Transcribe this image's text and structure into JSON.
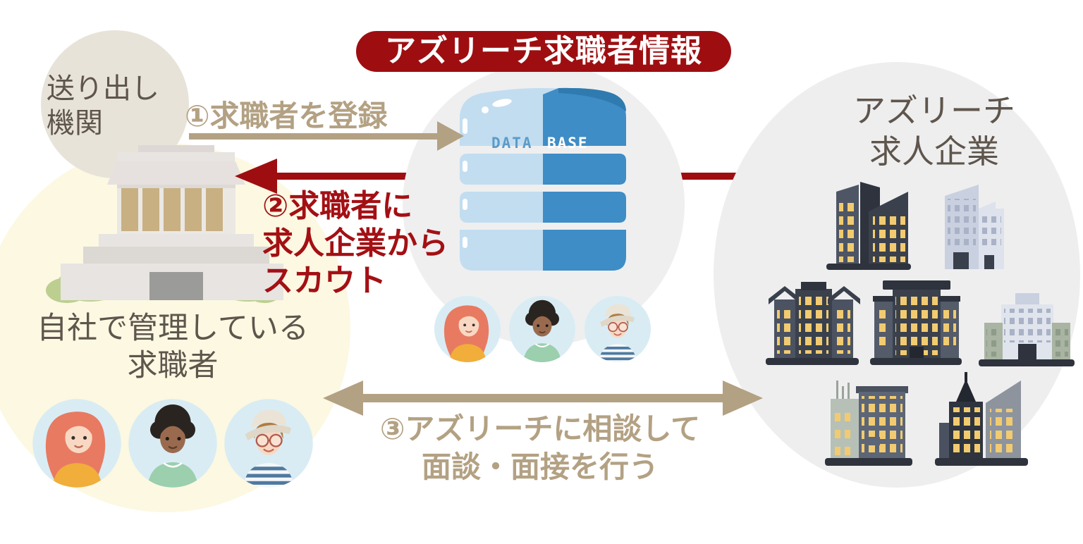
{
  "title": {
    "text": "アズリーチ求職者情報"
  },
  "sending_org": {
    "line1": "送り出し",
    "line2": "機関"
  },
  "own_jobseekers": {
    "line1": "自社で管理している",
    "line2": "求職者"
  },
  "companies": {
    "line1": "アズリーチ",
    "line2": "求人企業"
  },
  "database": {
    "label_left": "DATA",
    "label_right": "BASE"
  },
  "steps": {
    "step1": {
      "label": "①求職者を登録",
      "direction": "left-to-right"
    },
    "step2": {
      "line1": "②求職者に",
      "line2": "求人企業から",
      "line3": "スカウト",
      "direction": "right-to-left"
    },
    "step3": {
      "line1": "③アズリーチに相談して",
      "line2": "面談・面接を行う",
      "direction": "bidirectional"
    }
  },
  "icons": {
    "database-icon": "stacked-blue-cylinder",
    "government-building-icon": "classical-columned-building",
    "city-buildings-icon": "office-towers-with-lit-windows",
    "avatar-woman-icon": "red-hair-woman",
    "avatar-man-icon": "dark-hair-man",
    "avatar-man-hat-icon": "man-with-hat-and-glasses",
    "arrow-right-icon": "→",
    "arrow-left-icon": "←",
    "arrow-both-icon": "↔"
  },
  "colors": {
    "accent_red": "#9e0e11",
    "accent_tan": "#b3a183",
    "label_brown": "#5e554c",
    "circle_beige": "#e8e3d9",
    "circle_yellow": "#fcf8e2",
    "circle_gray": "#efeff0",
    "db_light_blue": "#c2ddf0",
    "db_blue": "#3e8dc6",
    "avatar_bg": "#d9ecf4",
    "window_yellow": "#f2cb70"
  }
}
